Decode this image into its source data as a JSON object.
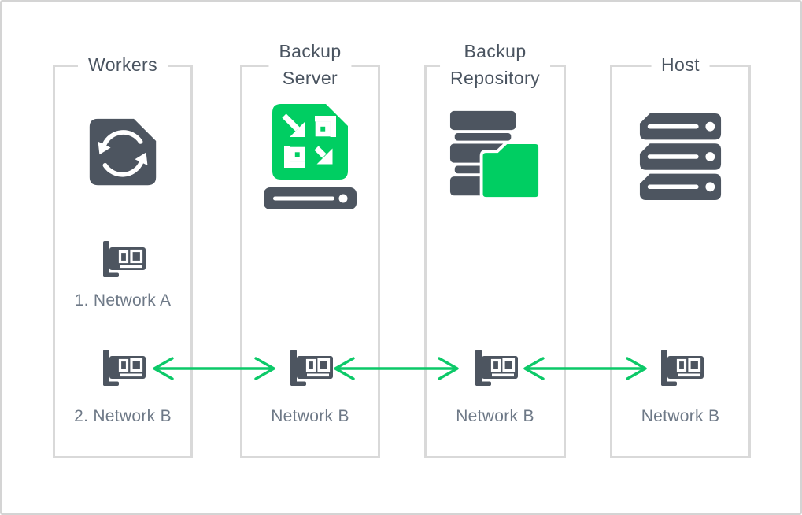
{
  "colors": {
    "slate": "#4d5560",
    "green": "#00ce62",
    "arrow": "#0cc968",
    "border": "#d9d9d9",
    "outer-border": "#d4d4d4",
    "title-text": "#4a5460",
    "label-text": "#6e7987",
    "background": "#ffffff"
  },
  "diagram": {
    "columns": [
      {
        "id": "workers",
        "title": "Workers",
        "main_icon": "sync-icon",
        "nics": [
          {
            "label": "1. Network A"
          },
          {
            "label": "2. Network B"
          }
        ]
      },
      {
        "id": "backup-server",
        "title": "Backup Server",
        "main_icon": "backup-server-icon",
        "nics": [
          {
            "label": "Network B"
          }
        ]
      },
      {
        "id": "backup-repository",
        "title": "Backup Repository",
        "main_icon": "backup-repository-icon",
        "nics": [
          {
            "label": "Network B"
          }
        ]
      },
      {
        "id": "host",
        "title": "Host",
        "main_icon": "host-servers-icon",
        "nics": [
          {
            "label": "Network B"
          }
        ]
      }
    ],
    "connections": [
      {
        "from": "Workers",
        "to": "Backup Server",
        "via": "Network B",
        "bidirectional": true
      },
      {
        "from": "Backup Server",
        "to": "Backup Repository",
        "via": "Network B",
        "bidirectional": true
      },
      {
        "from": "Backup Repository",
        "to": "Host",
        "via": "Network B",
        "bidirectional": true
      }
    ]
  }
}
